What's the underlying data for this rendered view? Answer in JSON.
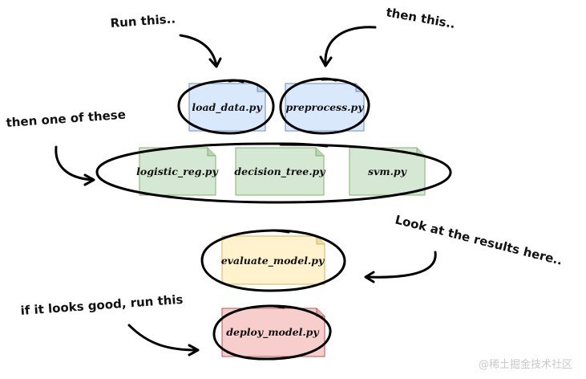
{
  "files": {
    "load_data": "load_data.py",
    "preprocess": "preprocess.py",
    "logistic_reg": "logistic_reg.py",
    "decision_tree": "decision_tree.py",
    "svm": "svm.py",
    "evaluate_model": "evaluate_model.py",
    "deploy_model": "deploy_model.py"
  },
  "notes": {
    "run_this": "Run this..",
    "then_this": "then this..",
    "then_one_of_these": "then one of these",
    "look_at_results": "Look at the results here..",
    "if_looks_good": "if it looks good, run this"
  },
  "watermark": "@稀土掘金技术社区",
  "colors": {
    "blue_fill": "#dae8fc",
    "blue_stroke": "#6c8ebf",
    "green_fill": "#d5e8d4",
    "green_stroke": "#82b366",
    "yellow_fill": "#fff2cc",
    "yellow_stroke": "#d6b656",
    "red_fill": "#f8cecc",
    "red_stroke": "#b85450"
  }
}
